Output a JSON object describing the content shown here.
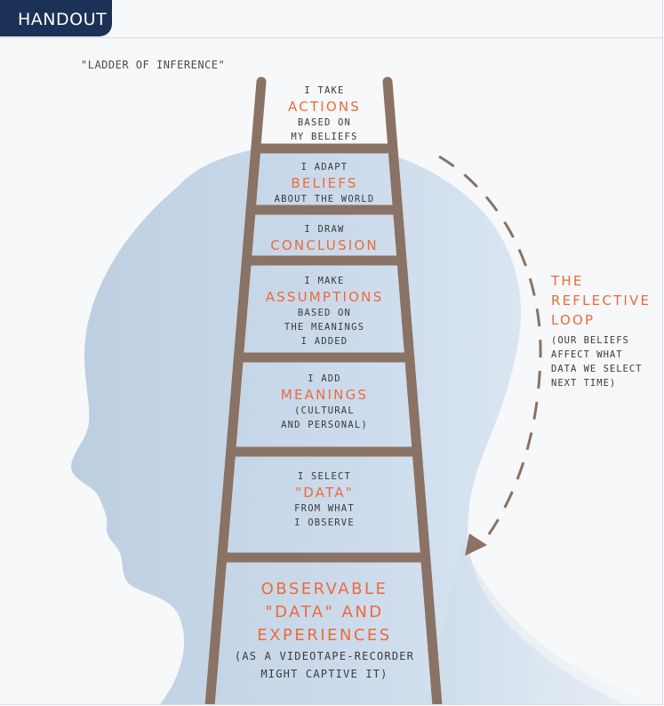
{
  "header": {
    "tab_label": "HANDOUT"
  },
  "diagram": {
    "subtitle": "\"LADDER OF INFERENCE\"",
    "rungs": [
      {
        "pre": "I TAKE",
        "key": "ACTIONS",
        "post": [
          "BASED ON",
          "MY BELIEFS"
        ]
      },
      {
        "pre": "I ADAPT",
        "key": "BELIEFS",
        "post": [
          "ABOUT THE WORLD"
        ]
      },
      {
        "pre": "I DRAW",
        "key": "CONCLUSION",
        "post": []
      },
      {
        "pre": "I MAKE",
        "key": "ASSUMPTIONS",
        "post": [
          "BASED ON",
          "THE MEANINGS",
          "I ADDED"
        ]
      },
      {
        "pre": "I ADD",
        "key": "MEANINGS",
        "post": [
          "(CULTURAL",
          "AND PERSONAL)"
        ]
      },
      {
        "pre": "I SELECT",
        "key": "\"DATA\"",
        "post": [
          "FROM WHAT",
          "I OBSERVE"
        ]
      },
      {
        "pre": "",
        "key": [
          "OBSERVABLE",
          "\"DATA\" AND",
          "EXPERIENCES"
        ],
        "post": [
          "(AS A VIDEOTAPE-RECORDER",
          "MIGHT CAPTIVE IT)"
        ]
      }
    ],
    "loop": {
      "title": [
        "THE",
        "REFLECTIVE",
        "LOOP"
      ],
      "note": [
        "(OUR BELIEFS",
        "AFFECT WHAT",
        "DATA WE SELECT",
        "NEXT TIME)"
      ]
    },
    "colors": {
      "accent": "#ec6a3a",
      "ladder": "#8a7264",
      "head_silhouette": "#c9d8e6",
      "header_tab": "#1c3157"
    }
  }
}
